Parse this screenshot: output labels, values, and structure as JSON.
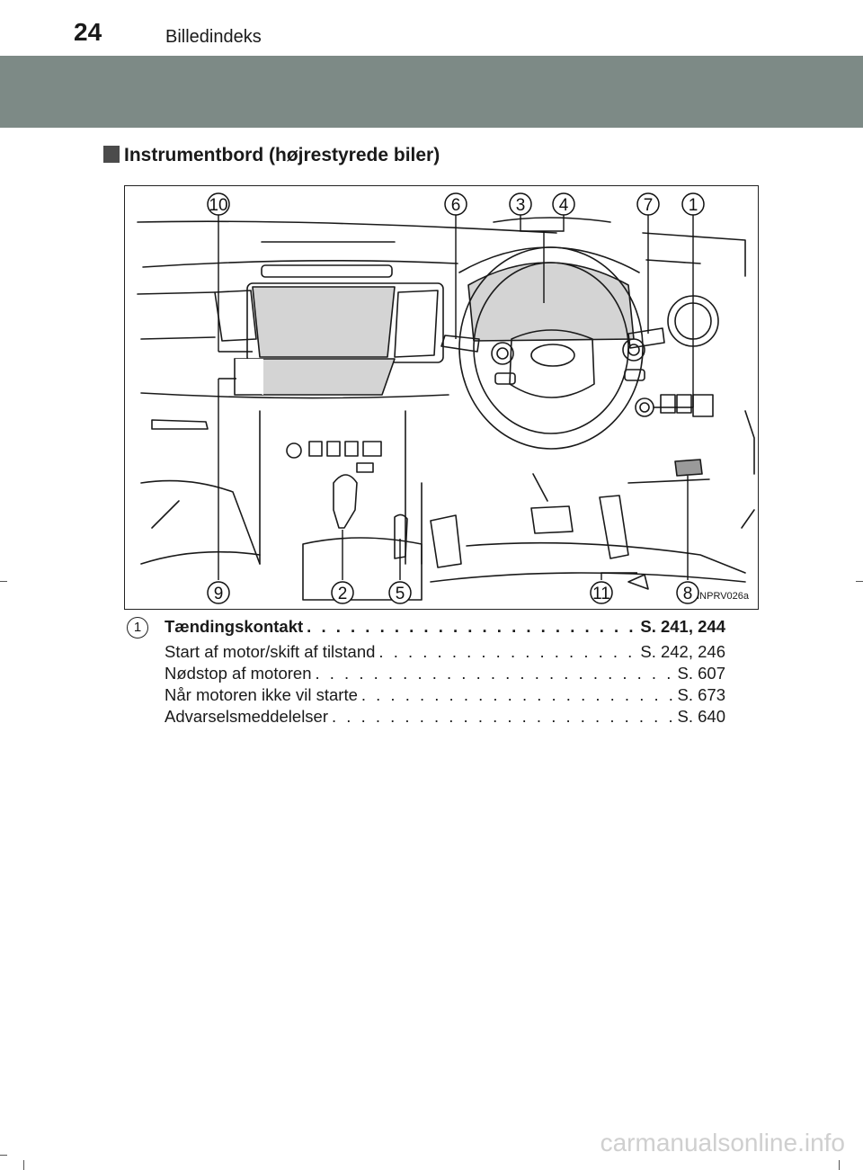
{
  "header": {
    "page_number": "24",
    "running_head": "Billedindeks"
  },
  "section": {
    "title": "Instrumentbord (højrestyrede biler)"
  },
  "figure": {
    "code": "INPRV026a",
    "callouts_top": [
      "10",
      "6",
      "3",
      "4",
      "7",
      "1"
    ],
    "callouts_bottom": [
      "9",
      "2",
      "5",
      "11",
      "8"
    ]
  },
  "legend": {
    "badge": "1",
    "entries": [
      {
        "label": "Tændingskontakt",
        "page": "S. 241, 244"
      },
      {
        "label": "Start af motor/skift af tilstand",
        "page": "S. 242, 246"
      },
      {
        "label": "Nødstop af motoren",
        "page": "S. 607"
      },
      {
        "label": "Når motoren ikke vil starte",
        "page": "S. 673"
      },
      {
        "label": "Advarselsmeddelelser",
        "page": "S. 640"
      }
    ]
  },
  "watermark": "carmanualsonline.info",
  "colors": {
    "band": "#7d8a86",
    "screen": "#d4d4d4",
    "marker": "#4b4b4b"
  }
}
